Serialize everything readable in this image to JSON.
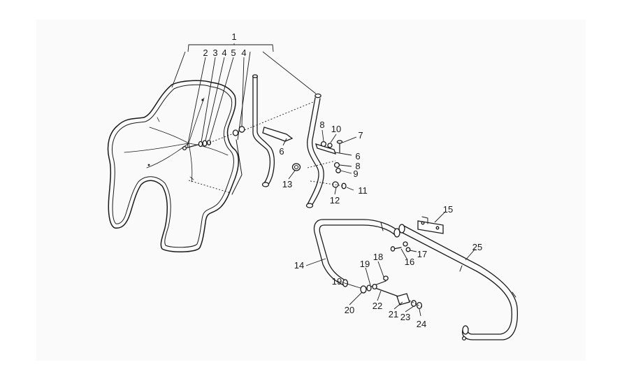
{
  "callouts": {
    "c1": "1",
    "c2": "2",
    "c3": "3",
    "c4a": "4",
    "c5": "5",
    "c4b": "4",
    "c6a": "6",
    "c6b": "6",
    "c7": "7",
    "c8a": "8",
    "c8b": "8",
    "c9": "9",
    "c10": "10",
    "c11": "11",
    "c12": "12",
    "c13": "13",
    "c14": "14",
    "c15": "15",
    "c16": "16",
    "c17": "17",
    "c18": "18",
    "c19a": "19",
    "c19b": "19",
    "c20": "20",
    "c21": "21",
    "c22": "22",
    "c23": "23",
    "c24": "24",
    "c25": "25"
  }
}
